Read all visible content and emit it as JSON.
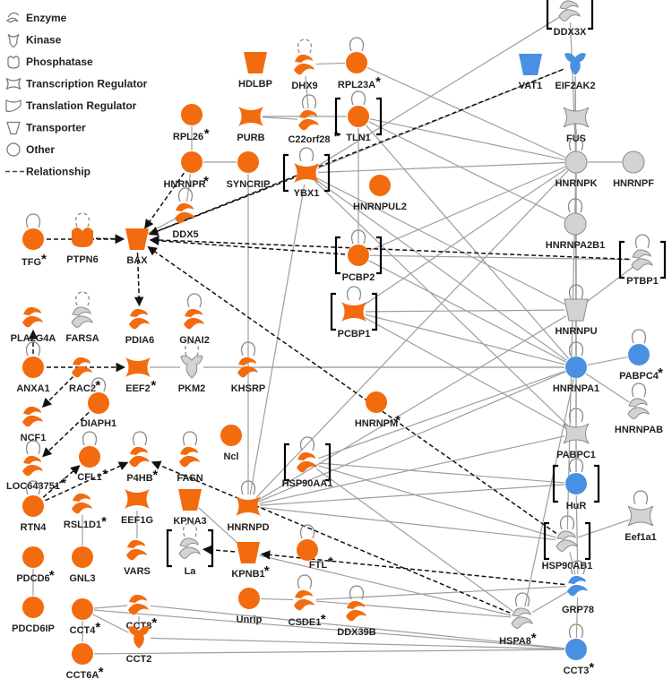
{
  "colors": {
    "up": "#F26B0F",
    "down": "#4A90E2",
    "neutral": "#D3D3D3",
    "edge": "#9E9E9E",
    "edge_direct": "#111111"
  },
  "legend": [
    {
      "icon": "enzyme-icon",
      "label": "Enzyme"
    },
    {
      "icon": "kinase-icon",
      "label": "Kinase"
    },
    {
      "icon": "phosphatase-icon",
      "label": "Phosphatase"
    },
    {
      "icon": "transcription-regulator-icon",
      "label": "Transcription Regulator"
    },
    {
      "icon": "translation-regulator-icon",
      "label": "Translation Regulator"
    },
    {
      "icon": "transporter-icon",
      "label": "Transporter"
    },
    {
      "icon": "other-icon",
      "label": "Other"
    },
    {
      "icon": "relationship-icon",
      "label": "Relationship"
    }
  ],
  "nodes": [
    {
      "id": "DDX3X",
      "label": "DDX3X",
      "shape": "enzyme",
      "color": "neutral",
      "star": false,
      "bracket": true
    },
    {
      "id": "HDLBP",
      "label": "HDLBP",
      "shape": "transporter",
      "color": "up",
      "star": false
    },
    {
      "id": "DHX9",
      "label": "DHX9",
      "shape": "enzyme",
      "color": "up",
      "star": false
    },
    {
      "id": "RPL23A",
      "label": "RPL23A",
      "shape": "other",
      "color": "up",
      "star": true
    },
    {
      "id": "VAT1",
      "label": "VAT1",
      "shape": "transporter",
      "color": "down",
      "star": false
    },
    {
      "id": "EIF2AK2",
      "label": "EIF2AK2",
      "shape": "kinase",
      "color": "down",
      "star": false
    },
    {
      "id": "RPL26",
      "label": "RPL26",
      "shape": "other",
      "color": "up",
      "star": true
    },
    {
      "id": "PURB",
      "label": "PURB",
      "shape": "transcription",
      "color": "up",
      "star": false
    },
    {
      "id": "C22orf28",
      "label": "C22orf28",
      "shape": "enzyme",
      "color": "up",
      "star": true
    },
    {
      "id": "TLN1",
      "label": "TLN1",
      "shape": "other",
      "color": "up",
      "star": false,
      "bracket": true
    },
    {
      "id": "FUS",
      "label": "FUS",
      "shape": "transcription",
      "color": "neutral",
      "star": false
    },
    {
      "id": "HNRNPR",
      "label": "HNRNPR",
      "shape": "other",
      "color": "up",
      "star": true
    },
    {
      "id": "SYNCRIP",
      "label": "SYNCRIP",
      "shape": "other",
      "color": "up",
      "star": false
    },
    {
      "id": "YBX1",
      "label": "YBX1",
      "shape": "transcription",
      "color": "up",
      "star": false,
      "bracket": true
    },
    {
      "id": "HNRNPK",
      "label": "HNRNPK",
      "shape": "other",
      "color": "neutral",
      "star": false
    },
    {
      "id": "HNRNPF",
      "label": "HNRNPF",
      "shape": "other",
      "color": "neutral",
      "star": false
    },
    {
      "id": "DDX5",
      "label": "DDX5",
      "shape": "enzyme",
      "color": "up",
      "star": false
    },
    {
      "id": "HNRNPUL2",
      "label": "HNRNPUL2",
      "shape": "other",
      "color": "up",
      "star": false
    },
    {
      "id": "HNRNPA2B1",
      "label": "HNRNPA2B1",
      "shape": "other",
      "color": "neutral",
      "star": false
    },
    {
      "id": "TFG",
      "label": "TFG",
      "shape": "other",
      "color": "up",
      "star": true
    },
    {
      "id": "PTPN6",
      "label": "PTPN6",
      "shape": "phosphatase",
      "color": "up",
      "star": false
    },
    {
      "id": "BAX",
      "label": "BAX",
      "shape": "transporter",
      "color": "up",
      "star": false
    },
    {
      "id": "PCBP2",
      "label": "PCBP2",
      "shape": "other",
      "color": "up",
      "star": false,
      "bracket": true
    },
    {
      "id": "PTBP1",
      "label": "PTBP1",
      "shape": "enzyme",
      "color": "neutral",
      "star": false,
      "bracket": true
    },
    {
      "id": "PLA2G4A",
      "label": "PLA2G4A",
      "shape": "enzyme",
      "color": "up",
      "star": false
    },
    {
      "id": "FARSA",
      "label": "FARSA",
      "shape": "enzyme",
      "color": "neutral",
      "star": false
    },
    {
      "id": "PDIA6",
      "label": "PDIA6",
      "shape": "enzyme",
      "color": "up",
      "star": false
    },
    {
      "id": "GNAI2",
      "label": "GNAI2",
      "shape": "enzyme",
      "color": "up",
      "star": false
    },
    {
      "id": "PCBP1",
      "label": "PCBP1",
      "shape": "transcription",
      "color": "up",
      "star": false,
      "bracket": true
    },
    {
      "id": "HNRNPU",
      "label": "HNRNPU",
      "shape": "transporter",
      "color": "neutral",
      "star": false
    },
    {
      "id": "ANXA1",
      "label": "ANXA1",
      "shape": "other",
      "color": "up",
      "star": false
    },
    {
      "id": "RAC2",
      "label": "RAC2",
      "shape": "enzyme",
      "color": "up",
      "star": true
    },
    {
      "id": "EEF2",
      "label": "EEF2",
      "shape": "transcription",
      "color": "up",
      "star": true
    },
    {
      "id": "PKM2",
      "label": "PKM2",
      "shape": "kinase",
      "color": "neutral",
      "star": false
    },
    {
      "id": "KHSRP",
      "label": "KHSRP",
      "shape": "enzyme",
      "color": "up",
      "star": false
    },
    {
      "id": "HNRNPA1",
      "label": "HNRNPA1",
      "shape": "other",
      "color": "down",
      "star": false
    },
    {
      "id": "PABPC4",
      "label": "PABPC4",
      "shape": "other",
      "color": "down",
      "star": true
    },
    {
      "id": "NCF1",
      "label": "NCF1",
      "shape": "enzyme",
      "color": "up",
      "star": false
    },
    {
      "id": "DIAPH1",
      "label": "DIAPH1",
      "shape": "other",
      "color": "up",
      "star": false
    },
    {
      "id": "HNRNPM",
      "label": "HNRNPM",
      "shape": "other",
      "color": "up",
      "star": true
    },
    {
      "id": "HNRNPAB",
      "label": "HNRNPAB",
      "shape": "enzyme",
      "color": "neutral",
      "star": false
    },
    {
      "id": "PABPC1",
      "label": "PABPC1",
      "shape": "transcription",
      "color": "neutral",
      "star": false
    },
    {
      "id": "LOC643751",
      "label": "LOC643751",
      "shape": "enzyme",
      "color": "up",
      "star": true
    },
    {
      "id": "CFL1",
      "label": "CFL1",
      "shape": "other",
      "color": "up",
      "star": true
    },
    {
      "id": "P4HB",
      "label": "P4HB",
      "shape": "enzyme",
      "color": "up",
      "star": true
    },
    {
      "id": "FASN",
      "label": "FASN",
      "shape": "enzyme",
      "color": "up",
      "star": false
    },
    {
      "id": "Ncl",
      "label": "Ncl",
      "shape": "other",
      "color": "up",
      "star": false
    },
    {
      "id": "HSP90AA1",
      "label": "HSP90AA1",
      "shape": "enzyme",
      "color": "up",
      "star": false,
      "bracket": true
    },
    {
      "id": "RTN4",
      "label": "RTN4",
      "shape": "other",
      "color": "up",
      "star": false
    },
    {
      "id": "RSL1D1",
      "label": "RSL1D1",
      "shape": "enzyme",
      "color": "up",
      "star": true
    },
    {
      "id": "EEF1G",
      "label": "EEF1G",
      "shape": "transcription",
      "color": "up",
      "star": false
    },
    {
      "id": "KPNA3",
      "label": "KPNA3",
      "shape": "transporter",
      "color": "up",
      "star": false
    },
    {
      "id": "HNRNPD",
      "label": "HNRNPD",
      "shape": "transcription",
      "color": "up",
      "star": false
    },
    {
      "id": "HuR",
      "label": "HuR",
      "shape": "other",
      "color": "down",
      "star": false,
      "bracket": true
    },
    {
      "id": "Eef1a1",
      "label": "Eef1a1",
      "shape": "transcription",
      "color": "neutral",
      "star": false
    },
    {
      "id": "PDCD6",
      "label": "PDCD6",
      "shape": "other",
      "color": "up",
      "star": true
    },
    {
      "id": "GNL3",
      "label": "GNL3",
      "shape": "other",
      "color": "up",
      "star": false
    },
    {
      "id": "VARS",
      "label": "VARS",
      "shape": "enzyme",
      "color": "up",
      "star": false
    },
    {
      "id": "La",
      "label": "La",
      "shape": "enzyme",
      "color": "neutral",
      "star": false,
      "bracket": true
    },
    {
      "id": "KPNB1",
      "label": "KPNB1",
      "shape": "transporter",
      "color": "up",
      "star": true
    },
    {
      "id": "FTL",
      "label": "FTL",
      "shape": "other",
      "color": "up",
      "star": true
    },
    {
      "id": "HSP90AB1",
      "label": "HSP90AB1",
      "shape": "enzyme",
      "color": "neutral",
      "star": false,
      "bracket": true
    },
    {
      "id": "PDCD6IP",
      "label": "PDCD6IP",
      "shape": "other",
      "color": "up",
      "star": false
    },
    {
      "id": "Unrip",
      "label": "Unrip",
      "shape": "other",
      "color": "up",
      "star": false
    },
    {
      "id": "CSDE1",
      "label": "CSDE1",
      "shape": "enzyme",
      "color": "up",
      "star": true
    },
    {
      "id": "DDX39B",
      "label": "DDX39B",
      "shape": "enzyme",
      "color": "up",
      "star": false
    },
    {
      "id": "HSPA8",
      "label": "HSPA8",
      "shape": "enzyme",
      "color": "neutral",
      "star": true
    },
    {
      "id": "GRP78",
      "label": "GRP78",
      "shape": "enzyme",
      "color": "down",
      "star": false
    },
    {
      "id": "CCT4",
      "label": "CCT4",
      "shape": "other",
      "color": "up",
      "star": true
    },
    {
      "id": "CCT8",
      "label": "CCT8",
      "shape": "enzyme",
      "color": "up",
      "star": true
    },
    {
      "id": "CCT2",
      "label": "CCT2",
      "shape": "kinase",
      "color": "up",
      "star": false
    },
    {
      "id": "CCT6A",
      "label": "CCT6A",
      "shape": "other",
      "color": "up",
      "star": true
    },
    {
      "id": "CCT3",
      "label": "CCT3",
      "shape": "other",
      "color": "down",
      "star": true
    }
  ],
  "dashed_edges": [
    [
      "TFG",
      "BAX"
    ],
    [
      "PTPN6",
      "BAX"
    ],
    [
      "HNRNPR",
      "BAX"
    ],
    [
      "YBX1",
      "BAX"
    ],
    [
      "EIF2AK2",
      "BAX"
    ],
    [
      "PCBP2",
      "BAX"
    ],
    [
      "PTBP1",
      "BAX"
    ],
    [
      "HSP90AB1",
      "BAX"
    ],
    [
      "BAX",
      "PDIA6"
    ],
    [
      "ANXA1",
      "EEF2"
    ],
    [
      "ANXA1",
      "PLA2G4A"
    ],
    [
      "DIAPH1",
      "LOC643751"
    ],
    [
      "RTN4",
      "CFL1"
    ],
    [
      "RTN4",
      "P4HB"
    ],
    [
      "HSPA8",
      "P4HB"
    ],
    [
      "GRP78",
      "KPNB1"
    ],
    [
      "KPNB1",
      "La"
    ],
    [
      "RAC2",
      "NCF1"
    ]
  ],
  "solid_edges": [
    [
      "RPL23A",
      "DHX9"
    ],
    [
      "DHX9",
      "C22orf28"
    ],
    [
      "PURB",
      "C22orf28"
    ],
    [
      "PURB",
      "TLN1"
    ],
    [
      "RPL26",
      "HNRNPR"
    ],
    [
      "HNRNPR",
      "SYNCRIP"
    ],
    [
      "HNRNPR",
      "DDX5"
    ],
    [
      "SYNCRIP",
      "HNRNPD"
    ],
    [
      "DDX5",
      "BAX"
    ],
    [
      "DDX3X",
      "HNRNPK"
    ],
    [
      "DDX3X",
      "YBX1"
    ],
    [
      "EIF2AK2",
      "HNRNPK"
    ],
    [
      "EIF2AK2",
      "HNRNPA1"
    ],
    [
      "EIF2AK2",
      "YBX1"
    ],
    [
      "RPL23A",
      "HNRNPK"
    ],
    [
      "TLN1",
      "HNRNPK"
    ],
    [
      "TLN1",
      "HNRNPA2B1"
    ],
    [
      "TLN1",
      "HNRNPA1"
    ],
    [
      "YBX1",
      "HNRNPA1"
    ],
    [
      "YBX1",
      "HNRNPK"
    ],
    [
      "YBX1",
      "HNRNPU"
    ],
    [
      "YBX1",
      "PABPC1"
    ],
    [
      "YBX1",
      "HNRNPD"
    ],
    [
      "HNRNPK",
      "HNRNPF"
    ],
    [
      "HNRNPK",
      "HNRNPA1"
    ],
    [
      "HNRNPK",
      "PCBP2"
    ],
    [
      "HNRNPK",
      "PCBP1"
    ],
    [
      "HNRNPK",
      "HuR"
    ],
    [
      "HNRNPK",
      "HSP90AB1"
    ],
    [
      "HNRNPK",
      "HNRNPD"
    ],
    [
      "FUS",
      "HNRNPA1"
    ],
    [
      "FUS",
      "HNRNPK"
    ],
    [
      "PCBP2",
      "HNRNPA1"
    ],
    [
      "PCBP2",
      "PTBP1"
    ],
    [
      "PCBP1",
      "HNRNPA1"
    ],
    [
      "PCBP1",
      "HNRNPU"
    ],
    [
      "PCBP1",
      "PABPC1"
    ],
    [
      "HNRNPU",
      "HNRNPA1"
    ],
    [
      "KHSRP",
      "HNRNPA1"
    ],
    [
      "HNRNPA1",
      "PABPC1"
    ],
    [
      "HNRNPA1",
      "HNRNPAB"
    ],
    [
      "HNRNPA1",
      "PABPC4"
    ],
    [
      "HNRNPA1",
      "HuR"
    ],
    [
      "HNRNPA1",
      "HSP90AA1"
    ],
    [
      "HNRNPA1",
      "HNRNPD"
    ],
    [
      "HSP90AA1",
      "HSP90AB1"
    ],
    [
      "HSP90AA1",
      "HuR"
    ],
    [
      "HSP90AB1",
      "Eef1a1"
    ],
    [
      "HSP90AB1",
      "GRP78"
    ],
    [
      "GRP78",
      "HSPA8"
    ],
    [
      "HSPA8",
      "HSP90AA1"
    ],
    [
      "HSPA8",
      "KPNB1"
    ],
    [
      "HNRNPD",
      "HuR"
    ],
    [
      "HNRNPD",
      "PABPC1"
    ],
    [
      "HNRNPD",
      "HSP90AB1"
    ],
    [
      "HNRNPD",
      "HNRNPU"
    ],
    [
      "PKM2",
      "HNRNPA1"
    ],
    [
      "EEF2",
      "PKM2"
    ],
    [
      "RSL1D1",
      "GNL3"
    ],
    [
      "EEF1G",
      "VARS"
    ],
    [
      "PDCD6",
      "PDCD6IP"
    ],
    [
      "KPNA3",
      "KPNB1"
    ],
    [
      "Unrip",
      "CSDE1"
    ],
    [
      "CCT4",
      "CCT8"
    ],
    [
      "CCT4",
      "CCT2"
    ],
    [
      "CCT4",
      "CCT6A"
    ],
    [
      "CCT8",
      "CCT2"
    ],
    [
      "CCT6A",
      "CCT3"
    ],
    [
      "CCT4",
      "CCT3"
    ],
    [
      "CCT2",
      "CCT3"
    ],
    [
      "CCT8",
      "CCT3"
    ],
    [
      "CSDE1",
      "GRP78"
    ],
    [
      "HSPA8",
      "CSDE1"
    ],
    [
      "GRP78",
      "HuR"
    ],
    [
      "PABPC1",
      "HuR"
    ],
    [
      "HSPA8",
      "HNRNPA1"
    ],
    [
      "CCT3",
      "GRP78"
    ],
    [
      "TLN1",
      "PCBP2"
    ],
    [
      "HNRNPU",
      "PTBP1"
    ]
  ]
}
